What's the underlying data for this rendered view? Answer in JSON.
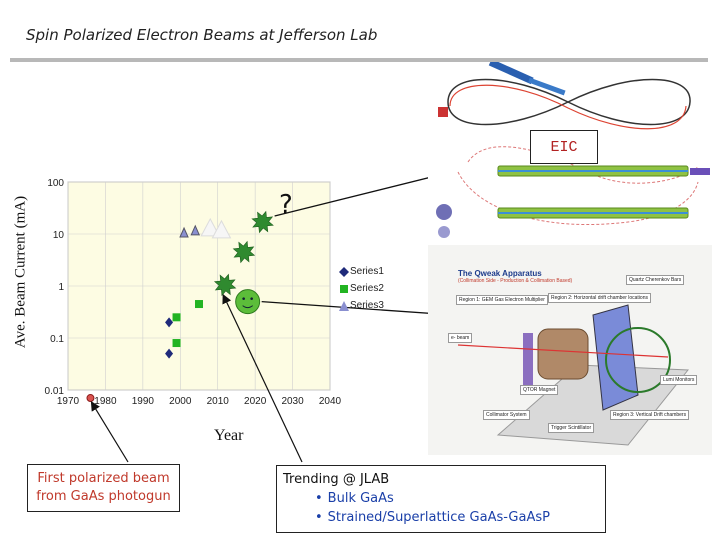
{
  "slide": {
    "title": "Spin Polarized Electron Beams at Jefferson Lab"
  },
  "chart_data": {
    "type": "scatter",
    "xlabel": "Year",
    "ylabel": "Ave. Beam Current (mA)",
    "xlim": [
      1970,
      2040
    ],
    "ylim": [
      0.01,
      100
    ],
    "yscale": "log",
    "x_ticks": [
      "1970",
      "1980",
      "1990",
      "2000",
      "2010",
      "2020",
      "2030",
      "2040"
    ],
    "y_ticks": [
      "0.01",
      "0.1",
      "1",
      "10",
      "100"
    ],
    "legend": {
      "placement": "right",
      "entries": [
        "Series1",
        "Series2",
        "Series3"
      ]
    },
    "series": [
      {
        "name": "Series1",
        "marker": "diamond",
        "color": "#1f2a7a",
        "points": [
          [
            1997,
            0.05
          ],
          [
            1997,
            0.2
          ]
        ]
      },
      {
        "name": "Series2",
        "marker": "square",
        "color": "#22b422",
        "points": [
          [
            1999,
            0.08
          ],
          [
            1999,
            0.25
          ],
          [
            2005,
            0.45
          ]
        ]
      },
      {
        "name": "Series3",
        "marker": "triangle",
        "color": "#8a8fd0",
        "points": [
          [
            2001,
            10
          ],
          [
            2004,
            11
          ]
        ]
      }
    ],
    "extra_markers": [
      {
        "kind": "starburst",
        "color": "#2f8a2f",
        "x": 2012,
        "y": 1.05
      },
      {
        "kind": "starburst",
        "color": "#2f8a2f",
        "x": 2017,
        "y": 4.5
      },
      {
        "kind": "starburst",
        "color": "#2f8a2f",
        "x": 2022,
        "y": 17
      },
      {
        "kind": "smiley",
        "color": "#5cbd3a",
        "x": 2018,
        "y": 0.5
      },
      {
        "kind": "ghost-triangle",
        "color": "#ffffff",
        "x": 2008,
        "y": 12
      },
      {
        "kind": "ghost-triangle",
        "color": "#ffffff",
        "x": 2011,
        "y": 11
      },
      {
        "kind": "dot",
        "color": "#d9534f",
        "x": 1976,
        "y": 0.007
      }
    ],
    "annotation": "?"
  },
  "callouts": {
    "eic_label": "EIC",
    "first_source": "First polarized beam from GaAs photogun",
    "trending_title": "Trending @ JLAB",
    "trending_items": [
      "Bulk GaAs",
      "Strained/Superlattice GaAs-GaAsP"
    ],
    "bullet": "•"
  },
  "qweak_figure": {
    "title": "The Qweak Apparatus",
    "subtitle": "(Collimation Side - Production & Collimation Based)",
    "labels": [
      "Region 1: GEM Gas Electron Multiplier",
      "Region 2: Horizontal drift chamber locations",
      "Quartz Cherenkov Bars",
      "QTOR Magnet",
      "Region 3: Vertical Drift chambers",
      "Collimator System",
      "Trigger Scintillator",
      "Lumi Monitors",
      "e- beam"
    ]
  },
  "colors": {
    "plot_bg": "#fdfce3",
    "grid": "#cfcfcf",
    "arrow": "#111111",
    "title_rule": "#b8b8b8",
    "eic_text": "#b22222"
  }
}
